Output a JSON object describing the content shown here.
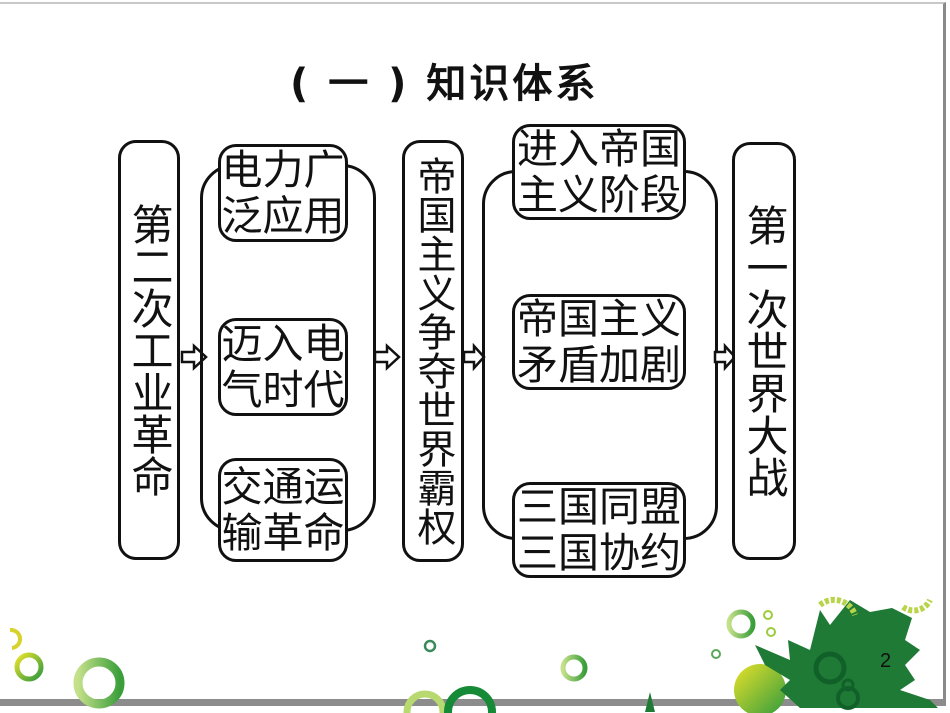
{
  "slide": {
    "title": "( 一 ) 知识体系",
    "page_number": "2"
  },
  "diagram": {
    "node1": {
      "label": "第二次工业革命"
    },
    "group1": [
      {
        "label": "电力广\n泛应用"
      },
      {
        "label": "迈入电\n气时代"
      },
      {
        "label": "交通运\n输革命"
      }
    ],
    "node2": {
      "label": "帝国主义争夺世界霸权"
    },
    "group2": [
      {
        "label": "进入帝国\n主义阶段"
      },
      {
        "label": "帝国主义\n矛盾加剧"
      },
      {
        "label": "三国同盟\n三国协约"
      }
    ],
    "node3": {
      "label": "第一次世界大战"
    },
    "arrow_icon": "hollow-right-arrow"
  },
  "colors": {
    "line": "#111111",
    "leaf_dark": "#1e7a35",
    "leaf_mid": "#2f9a3e",
    "ring_light": "#9ccc3c",
    "ring_yellow": "#e8dc2a"
  }
}
